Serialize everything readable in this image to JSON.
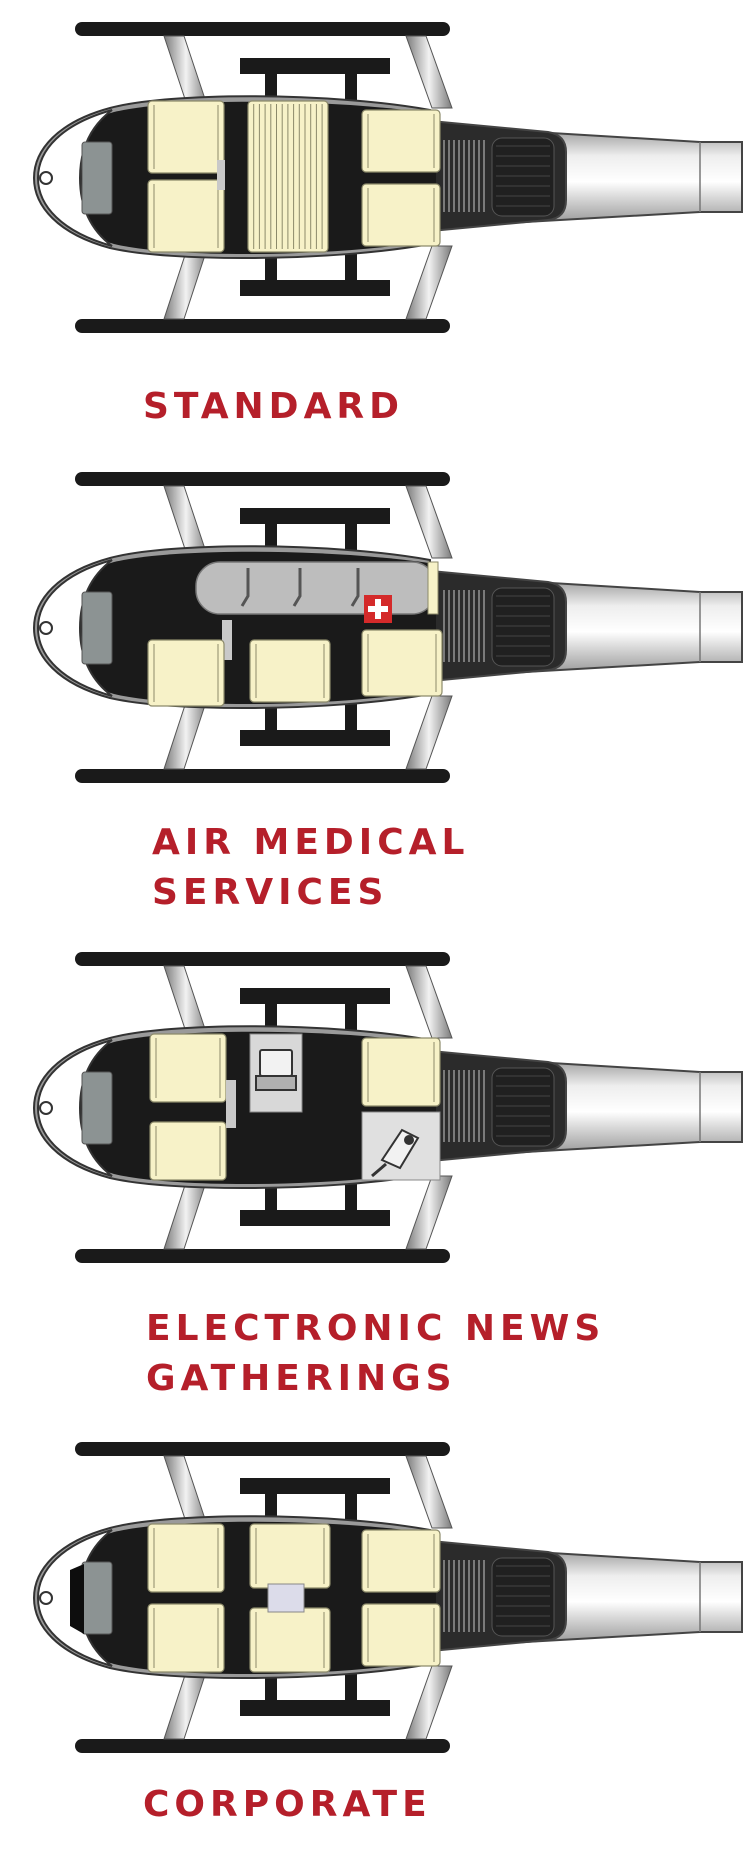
{
  "colors": {
    "caption": "#b51f2a",
    "fuselage_black": "#1a1a1a",
    "seat": "#f7f2c8",
    "seat_outline": "#8c8a6a",
    "panel_gray": "#bdbdbd",
    "tail_light": "#eeeeee",
    "tail_dark": "#8e8e8e",
    "medical_red": "#d42a2a"
  },
  "configurations": [
    {
      "id": "standard",
      "caption": [
        "STANDARD"
      ],
      "interior": "standard"
    },
    {
      "id": "air-medical",
      "caption": [
        "AIR MEDICAL",
        "SERVICES"
      ],
      "interior": "medical"
    },
    {
      "id": "news",
      "caption": [
        "ELECTRONIC NEWS",
        "GATHERINGS"
      ],
      "interior": "news"
    },
    {
      "id": "corporate",
      "caption": [
        "CORPORATE"
      ],
      "interior": "corporate"
    }
  ]
}
